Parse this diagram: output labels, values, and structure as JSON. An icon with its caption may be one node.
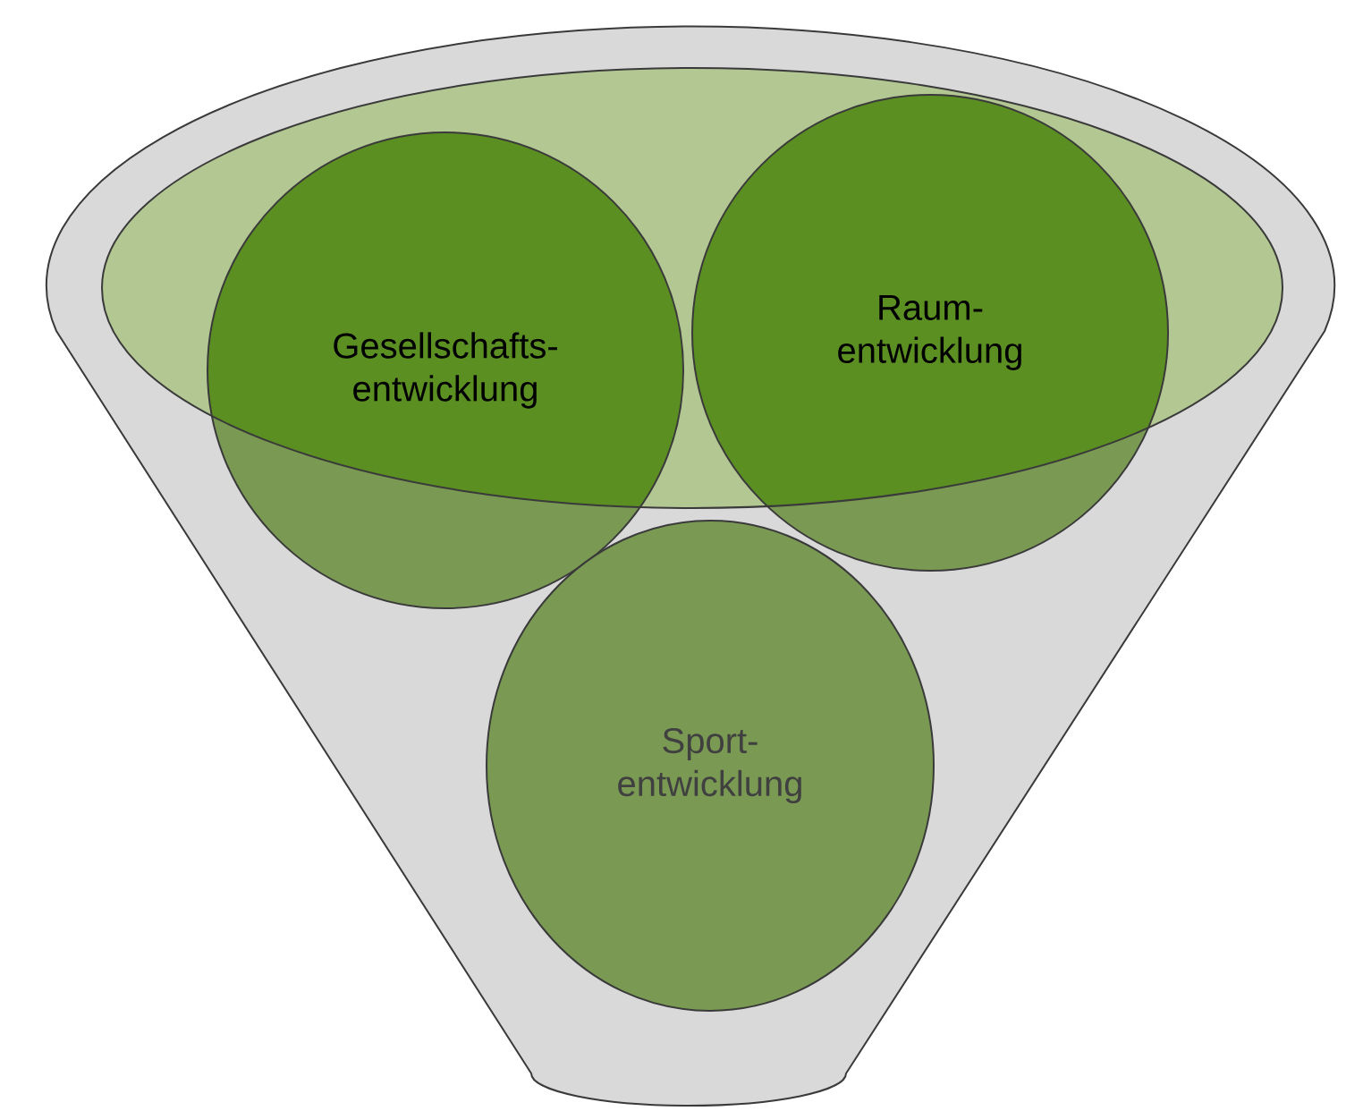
{
  "diagram": {
    "nodes": [
      {
        "text": [
          "Gesellschafts- entwicklung"
        ]
      },
      {
        "text": [
          "Raum- entwicklung"
        ]
      },
      {
        "text": [
          "Sport- entwicklung"
        ]
      }
    ]
  }
}
